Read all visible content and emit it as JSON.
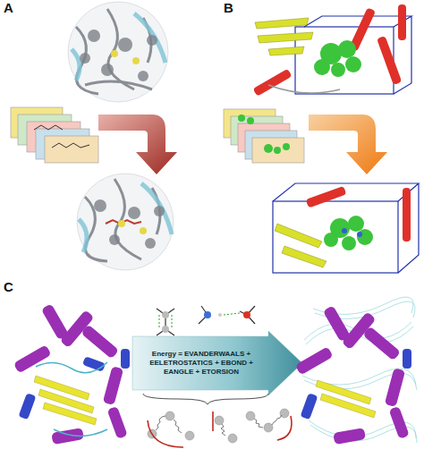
{
  "diagram": {
    "nodes": [
      {
        "text": [
          "Energy = EVANDERWAALS + EELETROSTATICS + EBOND + EANGLE + ETORSION"
        ]
      }
    ],
    "labels": [
      "A",
      "B",
      "C"
    ]
  }
}
